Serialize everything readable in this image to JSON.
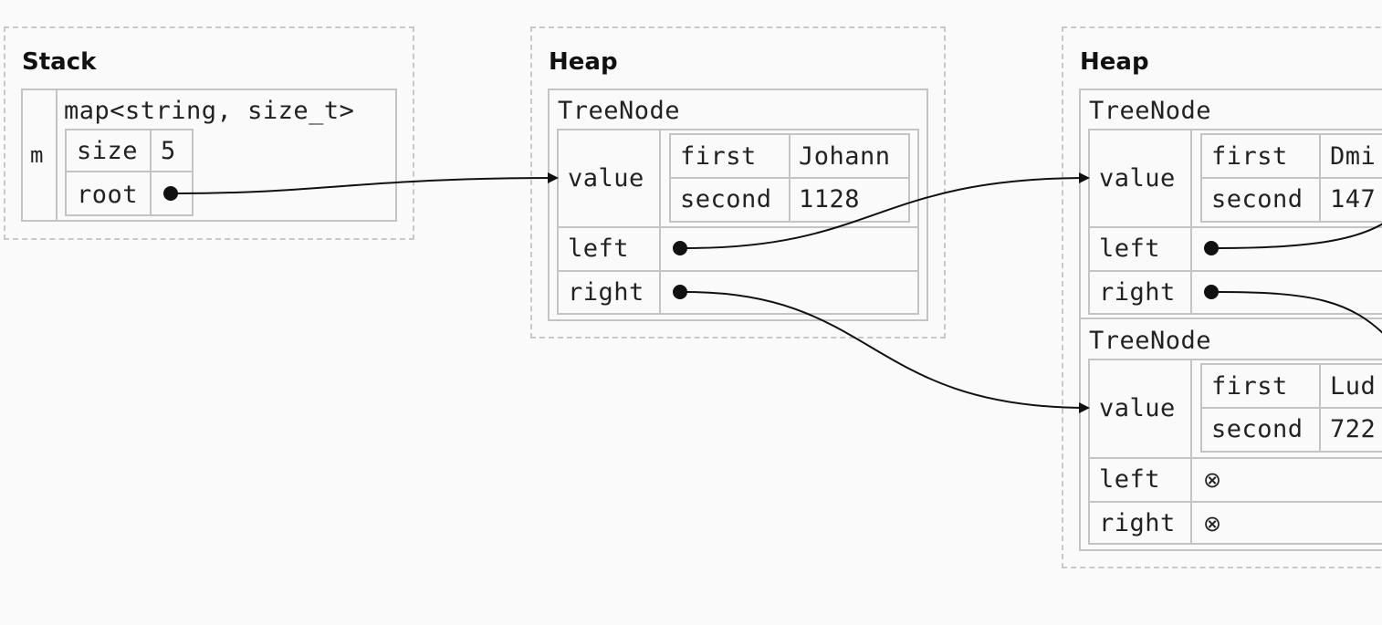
{
  "stack": {
    "title": "Stack",
    "var_name": "m",
    "type": "map<string, size_t>",
    "fields": [
      {
        "name": "size",
        "value": "5"
      },
      {
        "name": "root",
        "value": "pointer"
      }
    ]
  },
  "heap1": {
    "title": "Heap",
    "node": {
      "type": "TreeNode",
      "value_label": "value",
      "first_label": "first",
      "first_value": "Johann",
      "second_label": "second",
      "second_value": "1128",
      "left_label": "left",
      "right_label": "right"
    }
  },
  "heap2": {
    "title": "Heap",
    "node_a": {
      "type": "TreeNode",
      "value_label": "value",
      "first_label": "first",
      "first_value": "Dmi",
      "second_label": "second",
      "second_value": "147",
      "left_label": "left",
      "right_label": "right"
    },
    "node_b": {
      "type": "TreeNode",
      "value_label": "value",
      "first_label": "first",
      "first_value": "Lud",
      "second_label": "second",
      "second_value": "722",
      "left_label": "left",
      "left_value": "⊗",
      "right_label": "right",
      "right_value": "⊗"
    }
  }
}
